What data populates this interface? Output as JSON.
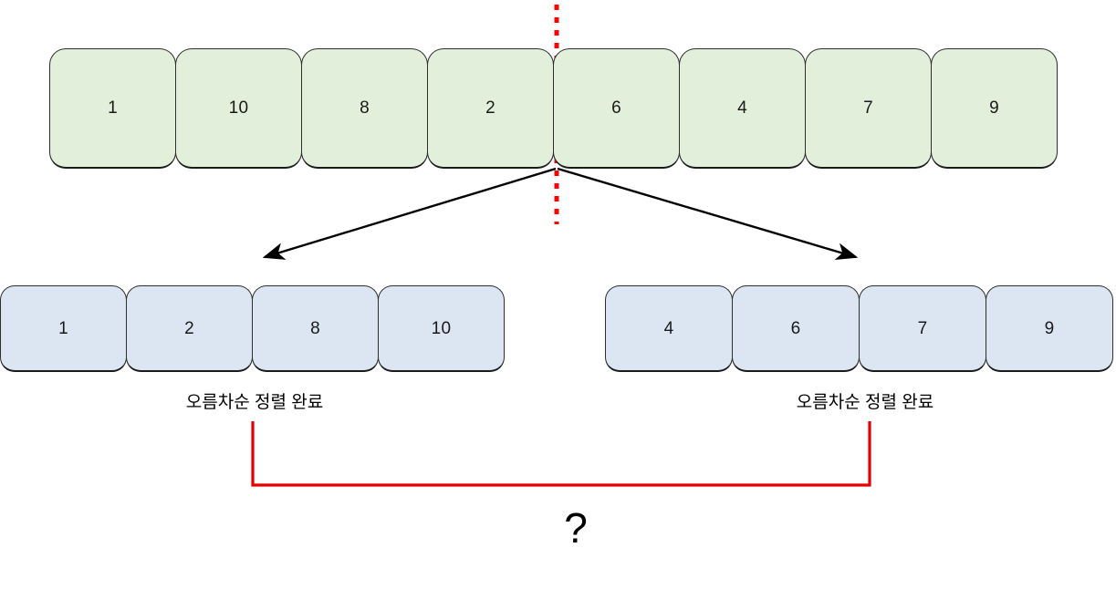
{
  "diagram": {
    "title_text": "",
    "colors": {
      "unsorted_fill": "#e2efda",
      "sorted_fill": "#dce6f2",
      "box_border": "#2e2e2e",
      "pivot_line": "#ff0000",
      "bracket": "#e60000",
      "arrow": "#000000"
    },
    "unsorted_array": {
      "label": "unsorted-array",
      "values": [
        "1",
        "10",
        "8",
        "2",
        "6",
        "4",
        "7",
        "9"
      ]
    },
    "split_marker": {
      "style": "dotted-vertical-line",
      "color": "#ff0000",
      "position_index": 4
    },
    "arrows": {
      "left_label": "split-left-arrow",
      "right_label": "split-right-arrow"
    },
    "sorted_left": {
      "label": "sorted-left-array",
      "values": [
        "1",
        "2",
        "8",
        "10"
      ],
      "caption": "오름차순 정렬 완료"
    },
    "sorted_right": {
      "label": "sorted-right-array",
      "values": [
        "4",
        "6",
        "7",
        "9"
      ],
      "caption": "오름차순 정렬 완료"
    },
    "merge_bracket": {
      "label": "merge-bracket",
      "color": "#e60000"
    },
    "question": {
      "text": "?"
    }
  }
}
